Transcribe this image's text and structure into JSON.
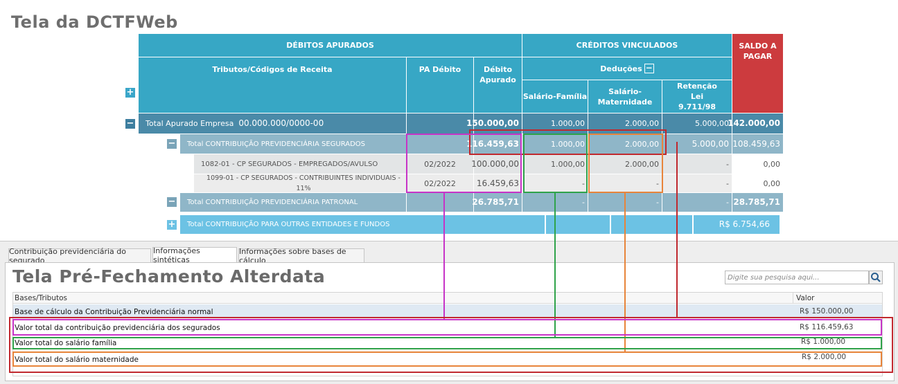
{
  "titles": {
    "dctf": "Tela da DCTFWeb",
    "alterdata": "Tela Pré-Fechamento Alterdata"
  },
  "dctf": {
    "headers": {
      "debitos": "DÉBITOS APURADOS",
      "creditos": "CRÉDITOS VINCULADOS",
      "saldo": "SALDO A PAGAR",
      "tributos": "Tributos/Códigos de Receita",
      "pa": "PA Débito",
      "debito_apurado": "Débito Apurado",
      "deducoes": "Deduções",
      "sal_familia": "Salário-Família",
      "sal_maternidade": "Salário-Maternidade",
      "retencao": "Retenção Lei 9.711/98"
    },
    "total_empresa": {
      "label": "Total Apurado Empresa",
      "cnpj": "00.000.000/0000-00",
      "debito": "150.000,00",
      "familia": "1.000,00",
      "maternidade": "2.000,00",
      "retencao": "5.000,00",
      "saldo": "142.000,00"
    },
    "segurados": {
      "label": "Total CONTRIBUIÇÃO PREVIDENCIÁRIA SEGURADOS",
      "debito": "116.459,63",
      "familia": "1.000,00",
      "maternidade": "2.000,00",
      "retencao": "5.000,00",
      "saldo": "108.459,63"
    },
    "rows": [
      {
        "label": "1082-01 - CP SEGURADOS - EMPREGADOS/AVULSO",
        "pa": "02/2022",
        "debito": "100.000,00",
        "familia": "1.000,00",
        "maternidade": "2.000,00",
        "retencao": "-",
        "saldo": "0,00"
      },
      {
        "label": "1099-01 - CP SEGURADOS - CONTRIBUINTES INDIVIDUAIS - 11%",
        "pa": "02/2022",
        "debito": "16.459,63",
        "familia": "-",
        "maternidade": "-",
        "retencao": "-",
        "saldo": "0,00"
      }
    ],
    "patronal": {
      "label": "Total CONTRIBUIÇÃO PREVIDENCIÁRIA PATRONAL",
      "debito": "26.785,71",
      "familia": "-",
      "maternidade": "-",
      "retencao": "-",
      "saldo": "28.785,71"
    },
    "outras": {
      "label": "Total CONTRIBUIÇÃO PARA OUTRAS ENTIDADES E FUNDOS",
      "saldo": "R$ 6.754,66"
    }
  },
  "alterdata": {
    "tabs": [
      "Contribuição previdenciária do segurado",
      "Informações sintéticas",
      "Informações sobre bases de cálculo"
    ],
    "search_placeholder": "Digite sua pesquisa aqui...",
    "columns": {
      "bases": "Bases/Tributos",
      "valor": "Valor"
    },
    "rows": [
      {
        "label": "Base de cálculo da Contribuição Previdenciária normal",
        "value": "R$ 150.000,00"
      },
      {
        "label": "Valor total da contribuição previdenciária dos segurados",
        "value": "R$ 116.459,63"
      },
      {
        "label": "Valor total do salário família",
        "value": "R$ 1.000,00"
      },
      {
        "label": "Valor total do salário maternidade",
        "value": "R$ 2.000,00"
      }
    ]
  },
  "colors": {
    "header": "#37a7c5",
    "saldo": "#cc3b3e",
    "highlight_red": "#c0282e",
    "highlight_magenta": "#c733c7",
    "highlight_green": "#2fa34a",
    "highlight_orange": "#e8843a"
  }
}
